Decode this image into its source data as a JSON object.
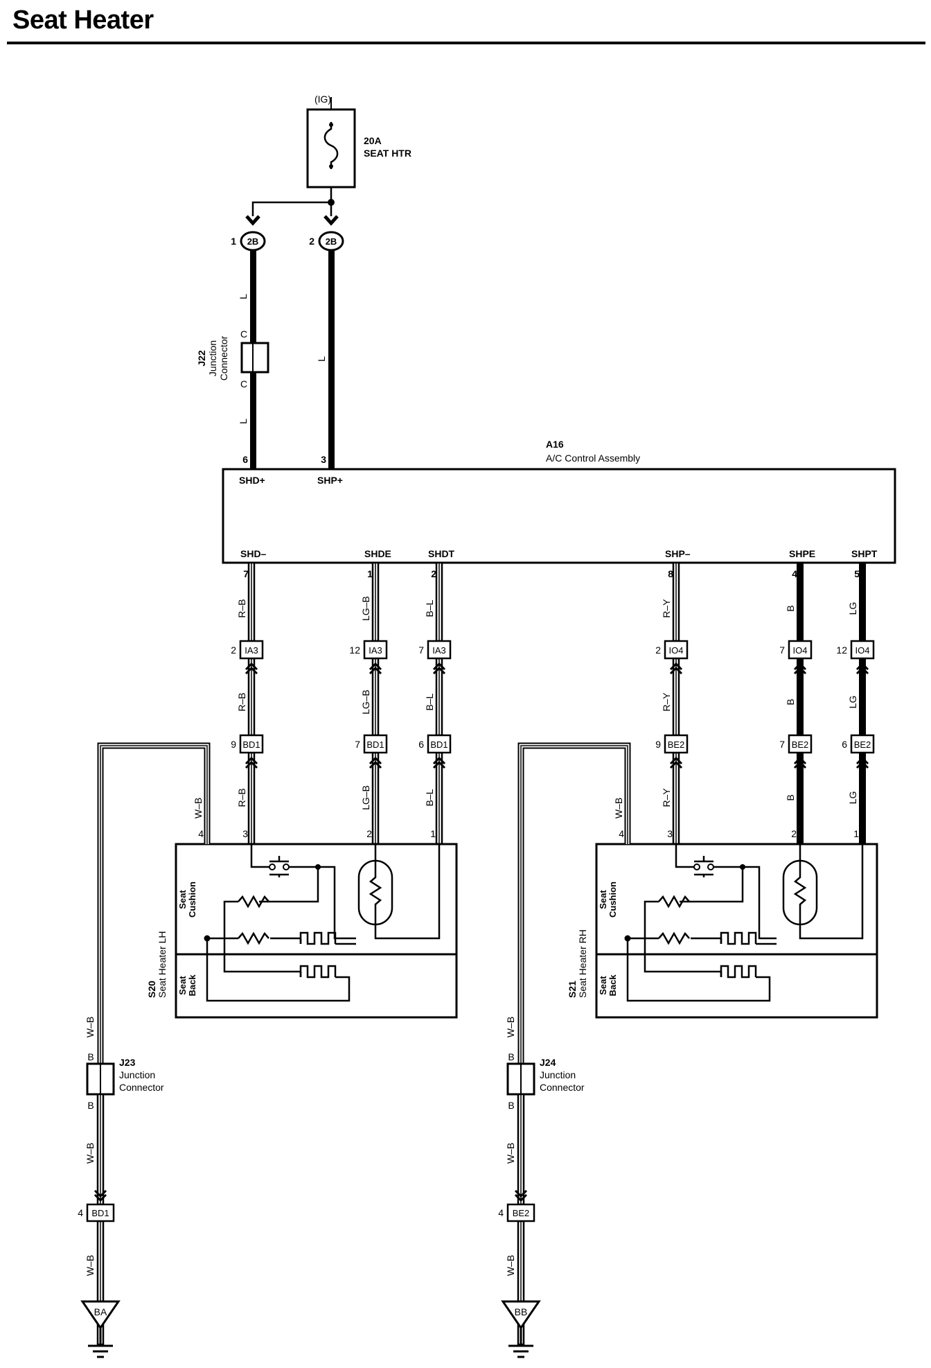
{
  "title": "Seat Heater",
  "fuse": {
    "source": "(IG)",
    "rating": "20A",
    "name": "SEAT HTR"
  },
  "top_connectors": [
    {
      "pin": "1",
      "id": "2B"
    },
    {
      "pin": "2",
      "id": "2B"
    }
  ],
  "j22": {
    "id": "J22",
    "line1": "Junction",
    "line2": "Connector",
    "pin_top": "C",
    "pin_bottom": "C",
    "wire_top": "L",
    "wire_bottom": "L"
  },
  "shp_wire": "L",
  "a16": {
    "id": "A16",
    "name": "A/C Control Assembly",
    "top_terminals": [
      {
        "pin": "6",
        "label": "SHD+"
      },
      {
        "pin": "3",
        "label": "SHP+"
      }
    ],
    "bottom_terminals": [
      {
        "pin": "7",
        "label": "SHD–",
        "wire": "R–B",
        "ic_pin": "2",
        "ic": "IA3",
        "wire2": "R–B",
        "bc_pin": "9",
        "bc": "BD1",
        "wire3": "R–B",
        "heater_pin": "3"
      },
      {
        "pin": "1",
        "label": "SHDE",
        "wire": "LG–B",
        "ic_pin": "12",
        "ic": "IA3",
        "wire2": "LG–B",
        "bc_pin": "7",
        "bc": "BD1",
        "wire3": "LG–B",
        "heater_pin": "2"
      },
      {
        "pin": "2",
        "label": "SHDT",
        "wire": "B–L",
        "ic_pin": "7",
        "ic": "IA3",
        "wire2": "B–L",
        "bc_pin": "6",
        "bc": "BD1",
        "wire3": "B–L",
        "heater_pin": "1"
      },
      {
        "pin": "8",
        "label": "SHP–",
        "wire": "R–Y",
        "ic_pin": "2",
        "ic": "IO4",
        "wire2": "R–Y",
        "bc_pin": "9",
        "bc": "BE2",
        "wire3": "R–Y",
        "heater_pin": "3"
      },
      {
        "pin": "4",
        "label": "SHPE",
        "wire": "B",
        "ic_pin": "7",
        "ic": "IO4",
        "wire2": "B",
        "bc_pin": "7",
        "bc": "BE2",
        "wire3": "B",
        "heater_pin": "2"
      },
      {
        "pin": "5",
        "label": "SHPT",
        "wire": "LG",
        "ic_pin": "12",
        "ic": "IO4",
        "wire2": "LG",
        "bc_pin": "6",
        "bc": "BE2",
        "wire3": "LG",
        "heater_pin": "1"
      }
    ]
  },
  "heaters": [
    {
      "id": "S20",
      "name": "Seat Heater LH",
      "cushion_line1": "Seat",
      "cushion_line2": "Cushion",
      "back_line1": "Seat",
      "back_line2": "Back",
      "ground_pin": "4",
      "ground_wire": "W–B",
      "junction": {
        "id": "J23",
        "line1": "Junction",
        "line2": "Connector",
        "pin_top": "B",
        "pin_bottom": "B"
      },
      "wire_above_junction": "W–B",
      "wire_below_junction": "W–B",
      "bottom_connector": {
        "pin": "4",
        "id": "BD1"
      },
      "wire_to_ground": "W–B",
      "ground": "BA"
    },
    {
      "id": "S21",
      "name": "Seat Heater RH",
      "cushion_line1": "Seat",
      "cushion_line2": "Cushion",
      "back_line1": "Seat",
      "back_line2": "Back",
      "ground_pin": "4",
      "ground_wire": "W–B",
      "junction": {
        "id": "J24",
        "line1": "Junction",
        "line2": "Connector",
        "pin_top": "B",
        "pin_bottom": "B"
      },
      "wire_above_junction": "W–B",
      "wire_below_junction": "W–B",
      "bottom_connector": {
        "pin": "4",
        "id": "BE2"
      },
      "wire_to_ground": "W–B",
      "ground": "BB"
    }
  ]
}
